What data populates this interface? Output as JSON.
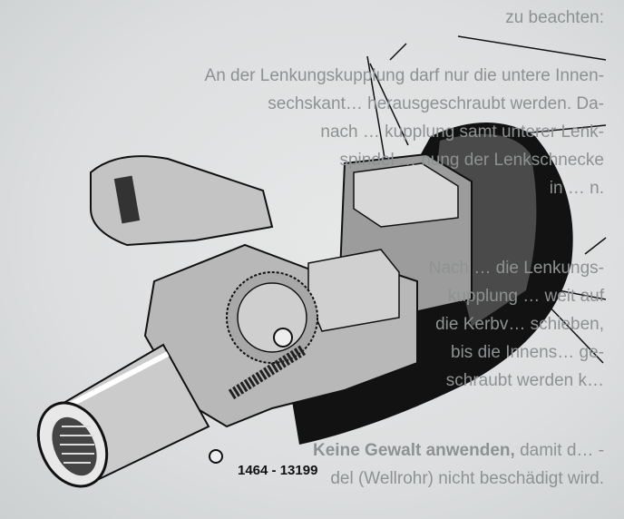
{
  "text_blocks": {
    "intro": [
      "zu beachten:"
    ],
    "para1": [
      "An der Lenkungskupplung darf nur die untere Innen-",
      "sechskant… herausgeschraubt werden. Da-",
      "nach … kupplung samt unterer Lenk-",
      "spindel … nung der Lenkschnecke",
      "in … n."
    ],
    "para2": [
      "Nach … die Lenkungs-",
      "kupplung … weit auf",
      "die Kerbv… schieben,",
      "bis die Innens… ge-",
      "schraubt werden k…"
    ],
    "para3_bold": "Keine Gewalt anwenden,",
    "para3_rest": " damit d… -",
    "para3_line2": "del (Wellrohr) nicht beschädigt wird."
  },
  "figure": {
    "label": "1464 - 13199"
  }
}
